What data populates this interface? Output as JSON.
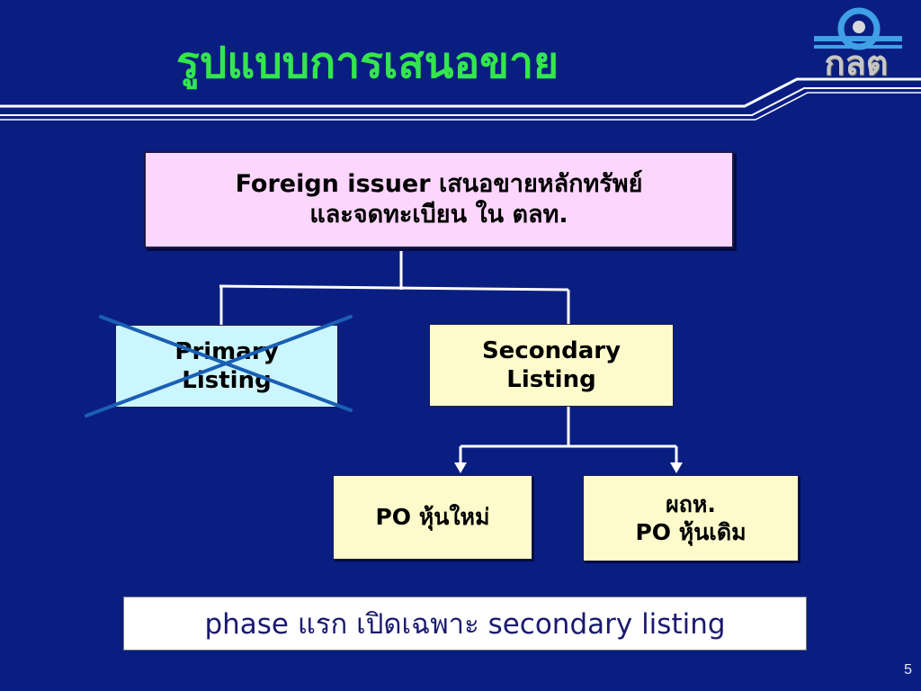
{
  "slide": {
    "title": "รูปแบบการเสนอขาย",
    "logo_text": "กลต",
    "page_number": "5",
    "colors": {
      "background": "#0a1e82",
      "title": "#33e64d",
      "cross": "#1a5fb4"
    }
  },
  "diagram": {
    "root": {
      "line1_en": "Foreign issuer",
      "line1_th": "เสนอขายหลักทรัพย์",
      "line2": "และจดทะเบียน ใน ตลท."
    },
    "primary": {
      "line1": "Primary",
      "line2": "Listing",
      "crossed_out": true
    },
    "secondary": {
      "line1": "Secondary",
      "line2": "Listing"
    },
    "po_new": {
      "label": "PO หุ้นใหม่"
    },
    "po_old": {
      "line1": "ผถห.",
      "line2": "PO หุ้นเดิม"
    }
  },
  "note": {
    "text": "phase แรก เปิดเฉพาะ secondary listing"
  }
}
